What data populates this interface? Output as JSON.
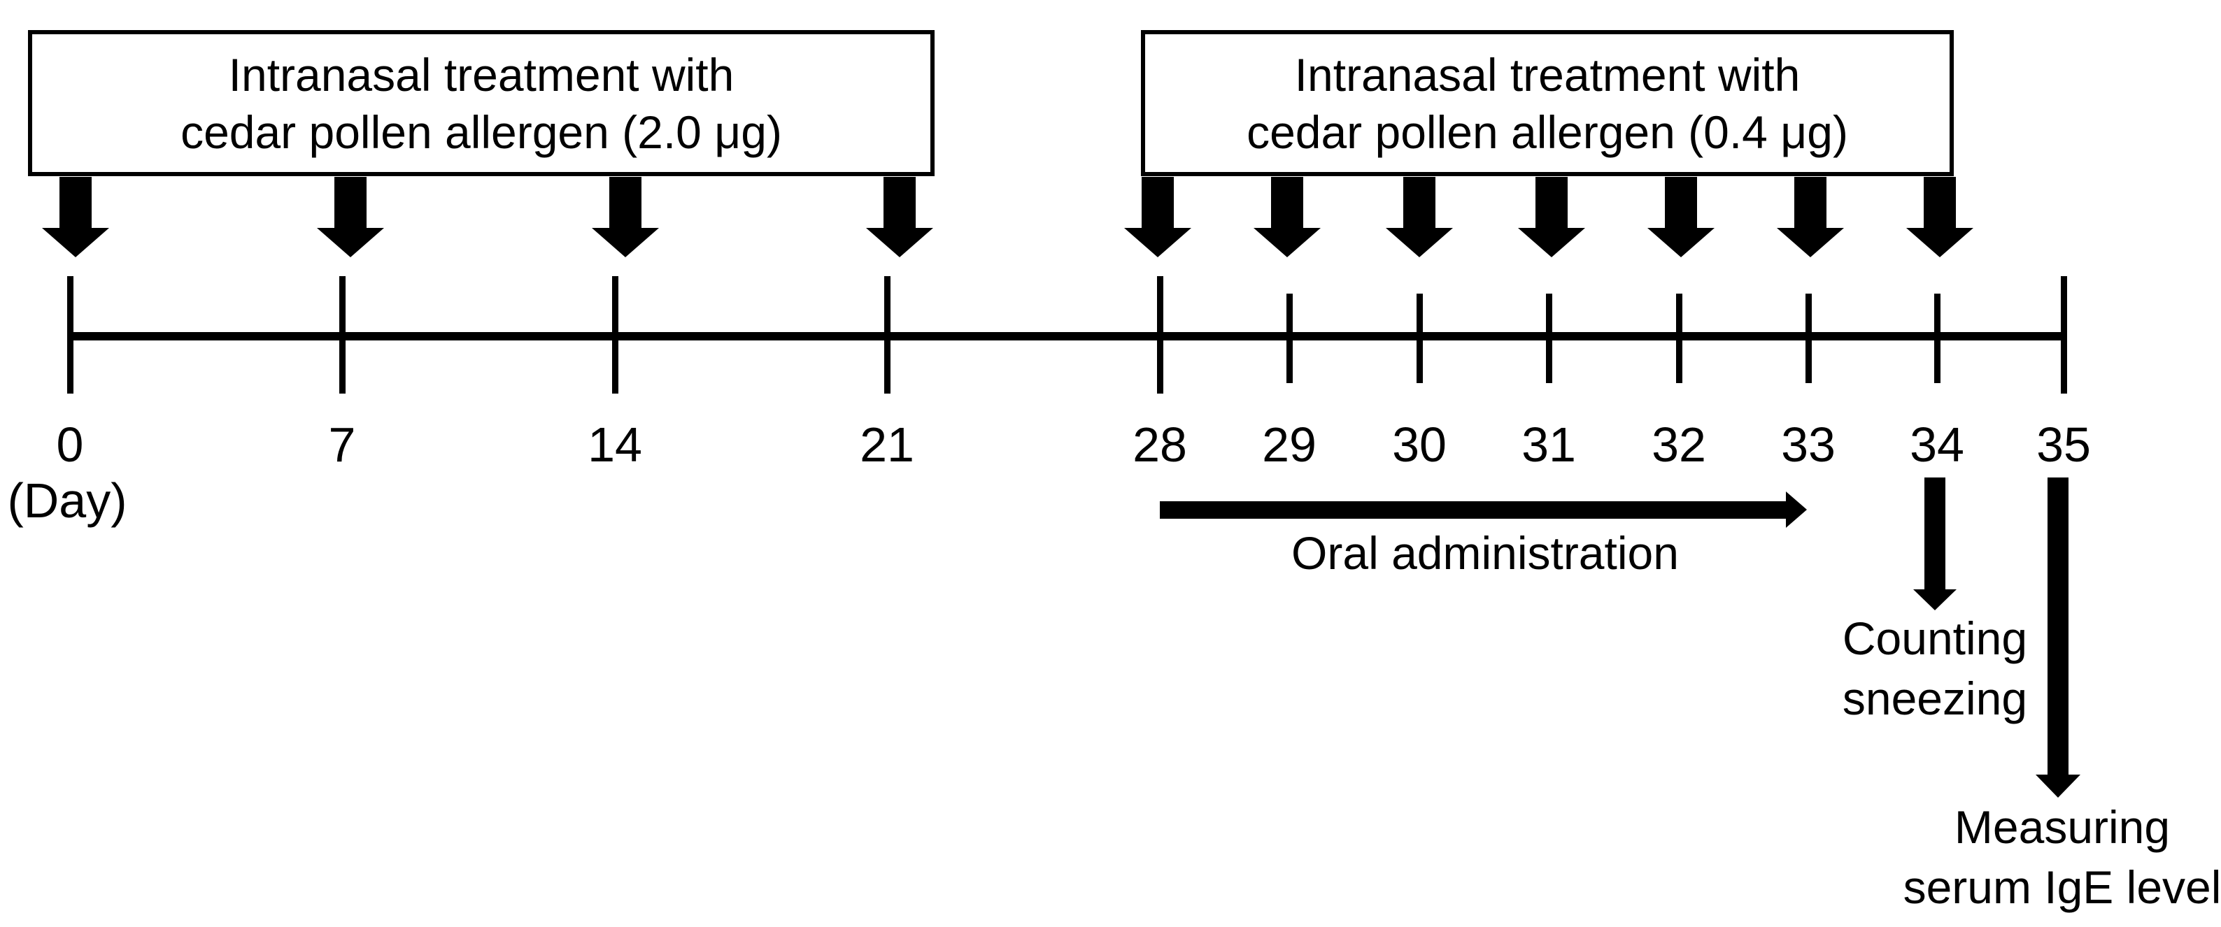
{
  "figure": {
    "background_color": "#ffffff",
    "ink_color": "#000000"
  },
  "treatment_boxes": [
    {
      "line1": "Intranasal treatment with",
      "line2": "cedar pollen allergen (2.0 μg)",
      "arrow_days": [
        "0",
        "7",
        "14",
        "21"
      ]
    },
    {
      "line1": "Intranasal treatment with",
      "line2": "cedar pollen allergen (0.4 μg)",
      "arrow_days": [
        "28",
        "29",
        "30",
        "31",
        "32",
        "33",
        "34"
      ]
    }
  ],
  "timeline": {
    "axis_unit": "(Day)",
    "ticks": [
      {
        "label": "0",
        "major": true
      },
      {
        "label": "7",
        "major": true
      },
      {
        "label": "14",
        "major": true
      },
      {
        "label": "21",
        "major": true
      },
      {
        "label": "28",
        "major": true
      },
      {
        "label": "29",
        "major": false
      },
      {
        "label": "30",
        "major": false
      },
      {
        "label": "31",
        "major": false
      },
      {
        "label": "32",
        "major": false
      },
      {
        "label": "33",
        "major": false
      },
      {
        "label": "34",
        "major": false
      },
      {
        "label": "35",
        "major": true
      }
    ]
  },
  "oral_administration": {
    "label": "Oral administration"
  },
  "events": [
    {
      "day": "34",
      "line1": "Counting",
      "line2": "sneezing"
    },
    {
      "day": "35",
      "line1": "Measuring",
      "line2": "serum IgE level"
    }
  ]
}
